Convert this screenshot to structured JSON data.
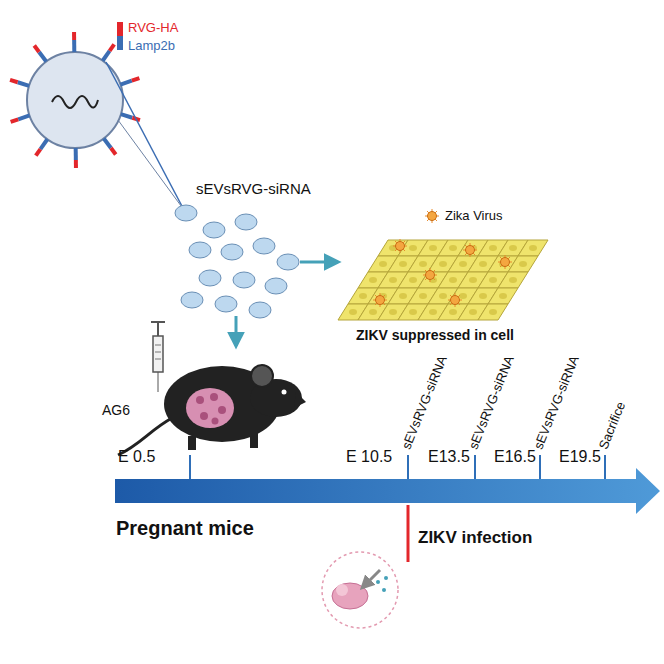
{
  "diagram": {
    "labels": [
      "sEVsRVG-siRNA",
      "Zika Virus",
      "ZIKV suppressed in cell",
      "AG6",
      "E 0.5",
      "E 10.5",
      "E13.5",
      "E16.5",
      "E19.5",
      "sEVsRVG-siRNA",
      "sEVsRVG-siRNA",
      "sEVsRVG-siRNA",
      "Sacrifice",
      "Pregnant mice",
      "ZIKV infection"
    ],
    "legend": [
      {
        "text": "RVG-HA",
        "color": "#e3262b"
      },
      {
        "text": "Lamp2b",
        "color": "#3b6db3"
      }
    ]
  }
}
